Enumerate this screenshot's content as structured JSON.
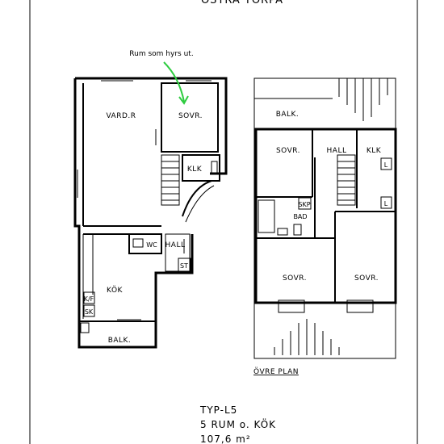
{
  "header": {
    "title": "ÖSTRA TORPA"
  },
  "annotation": {
    "text": "Rum som hyrs ut.",
    "arrow_color": "#2ecc40"
  },
  "lower_floor": {
    "rooms": {
      "living": "VARD.R",
      "bedroom": "SOVR.",
      "closet": "KLK",
      "wc": "WC",
      "hall": "HALL",
      "storage": "ST",
      "kitchen": "KÖK",
      "kf": "K/F",
      "sk": "SK",
      "balcony": "BALK."
    }
  },
  "upper_floor": {
    "caption": "ÖVRE PLAN",
    "rooms": {
      "balcony": "BALK.",
      "bedroom_1": "SOVR.",
      "hall": "HALL",
      "closet": "KLK",
      "l_top": "L",
      "l_bottom": "L",
      "skp": "SKP",
      "bath": "BAD",
      "bedroom_2": "SOVR.",
      "bedroom_3": "SOVR."
    }
  },
  "footer": {
    "type": "TYP-L5",
    "rooms": "5 RUM o. KÖK",
    "area": "107,6 m²"
  }
}
